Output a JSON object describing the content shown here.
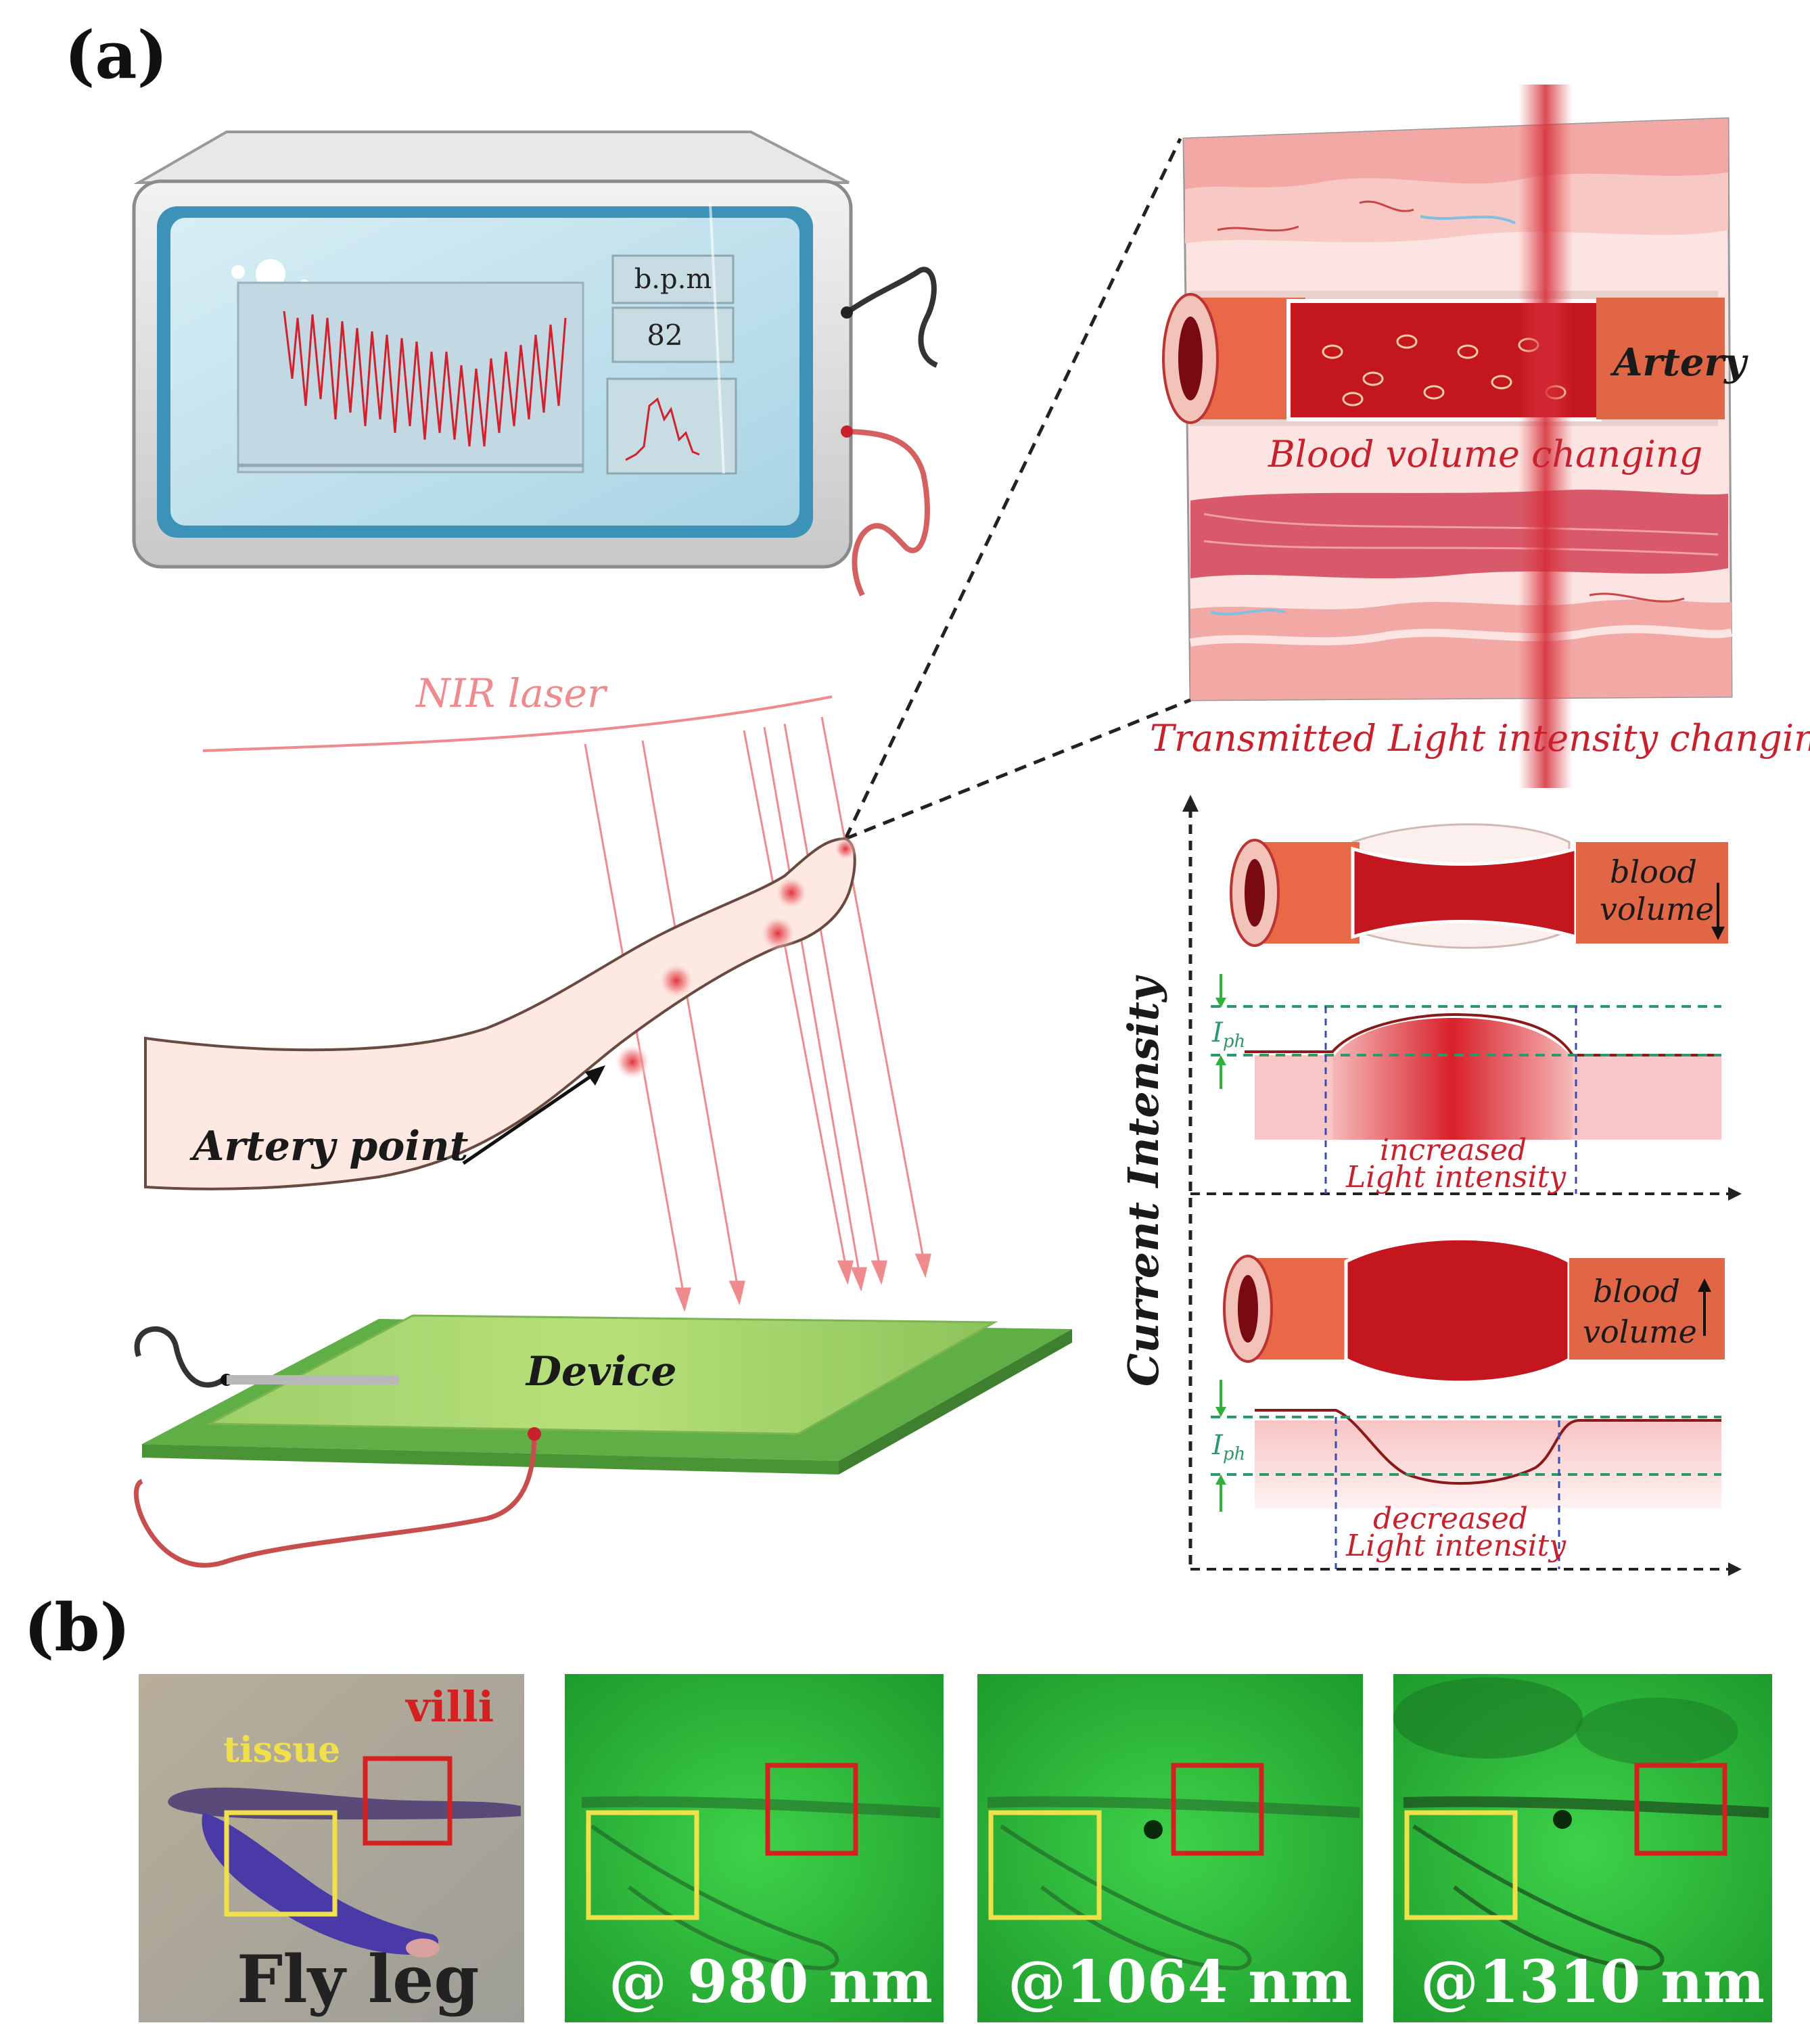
{
  "panel_a": {
    "label": "(a)",
    "monitor": {
      "unit": "b.p.m",
      "value": "82"
    },
    "nir_label": "NIR laser",
    "artery_point": "Artery point",
    "device": "Device",
    "artery": "Artery",
    "blood_volume_changing": "Blood volume changing",
    "transmitted": "Transmitted Light intensity changing",
    "y_axis": "Current Intensity",
    "top_state": {
      "blood": "blood",
      "volume": "volume",
      "iph": "I",
      "iph_sub": "ph",
      "line1": "increased",
      "line2": "Light intensity"
    },
    "bottom_state": {
      "blood": "blood",
      "volume": "volume",
      "iph": "I",
      "iph_sub": "ph",
      "line1": "decreased",
      "line2": "Light intensity"
    }
  },
  "panel_b": {
    "label": "(b)",
    "images": [
      {
        "name": "fly-leg",
        "tissue": "tissue",
        "villi": "villi",
        "caption": "Fly leg"
      },
      {
        "name": "980",
        "caption": "@ 980 nm"
      },
      {
        "name": "1064",
        "caption": "@1064 nm"
      },
      {
        "name": "1310",
        "caption": "@1310 nm"
      }
    ]
  },
  "colors": {
    "red": "#c8202c",
    "pink": "#ef8a8f",
    "green": "#2fb13a",
    "teal_dash": "#2a9a6a"
  }
}
